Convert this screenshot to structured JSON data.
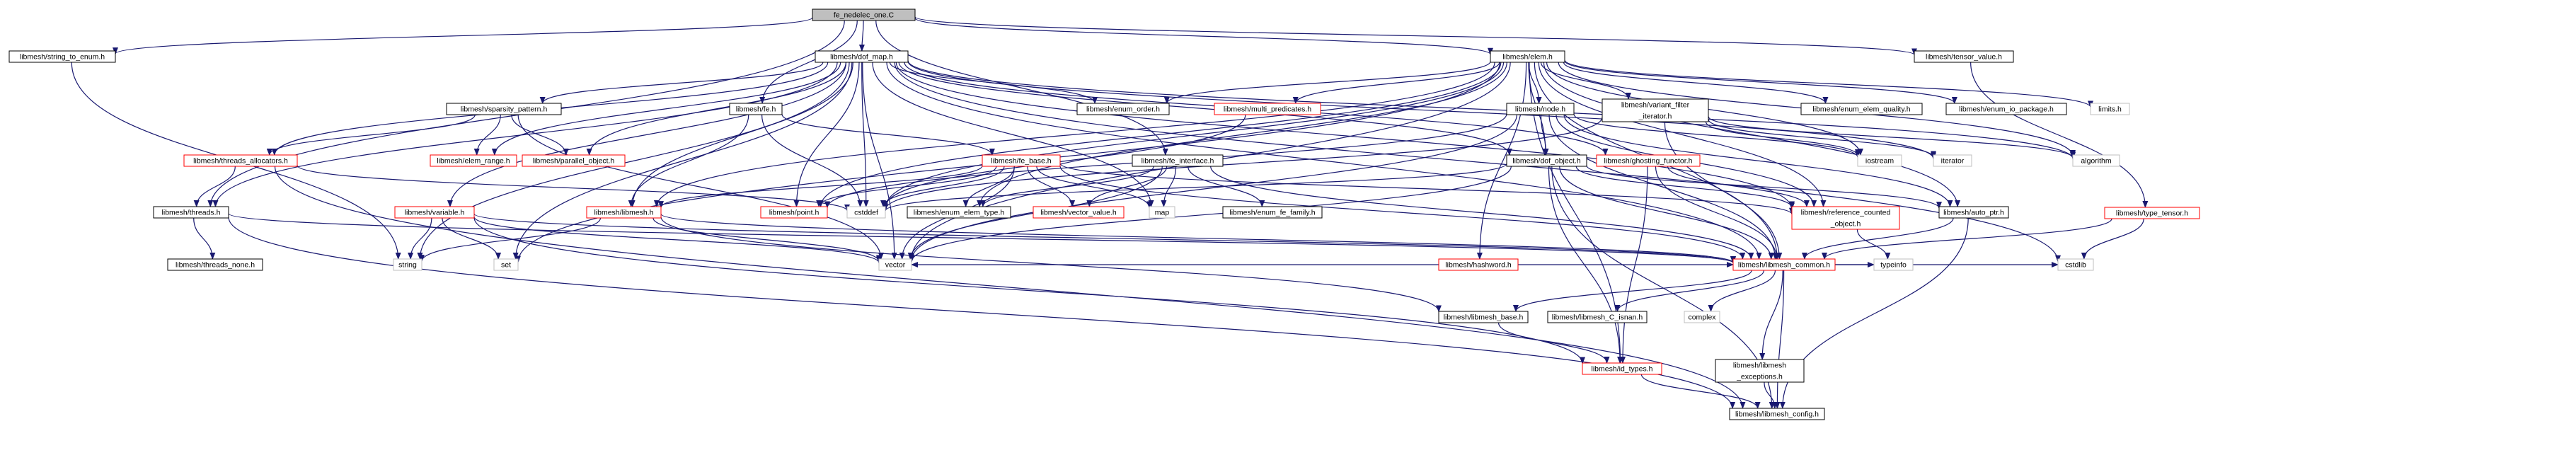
{
  "colors": {
    "edge": "#191970",
    "root_fill": "#bfbfbf",
    "node_border_black": "#000000",
    "node_border_red": "#ff0000",
    "node_border_gray": "#bfbfbf",
    "text": "#000000"
  },
  "nodes": [
    {
      "id": "root",
      "label": "fe_nedelec_one.C",
      "kind": "root"
    },
    {
      "id": "string_to_enum",
      "label": "libmesh/string_to_enum.h",
      "kind": "black"
    },
    {
      "id": "dof_map",
      "label": "libmesh/dof_map.h",
      "kind": "black"
    },
    {
      "id": "elem",
      "label": "libmesh/elem.h",
      "kind": "black"
    },
    {
      "id": "tensor_value",
      "label": "libmesh/tensor_value.h",
      "kind": "black"
    },
    {
      "id": "sparsity_pattern",
      "label": "libmesh/sparsity_pattern.h",
      "kind": "black"
    },
    {
      "id": "fe",
      "label": "libmesh/fe.h",
      "kind": "black"
    },
    {
      "id": "enum_order",
      "label": "libmesh/enum_order.h",
      "kind": "black"
    },
    {
      "id": "multi_predicates",
      "label": "libmesh/multi_predicates.h",
      "kind": "red"
    },
    {
      "id": "node",
      "label": "libmesh/node.h",
      "kind": "black"
    },
    {
      "id": "variant_filter_iterator",
      "label": "libmesh/variant_filter_iterator.h",
      "kind": "black",
      "label_lines": [
        "libmesh/variant_filter",
        "_iterator.h"
      ]
    },
    {
      "id": "enum_elem_quality",
      "label": "libmesh/enum_elem_quality.h",
      "kind": "black"
    },
    {
      "id": "enum_io_package",
      "label": "libmesh/enum_io_package.h",
      "kind": "black"
    },
    {
      "id": "limits",
      "label": "limits.h",
      "kind": "gray"
    },
    {
      "id": "threads_allocators",
      "label": "libmesh/threads_allocators.h",
      "kind": "red"
    },
    {
      "id": "elem_range",
      "label": "libmesh/elem_range.h",
      "kind": "red"
    },
    {
      "id": "parallel_object",
      "label": "libmesh/parallel_object.h",
      "kind": "red"
    },
    {
      "id": "fe_base",
      "label": "libmesh/fe_base.h",
      "kind": "red"
    },
    {
      "id": "fe_interface",
      "label": "libmesh/fe_interface.h",
      "kind": "black"
    },
    {
      "id": "ghosting_functor",
      "label": "libmesh/ghosting_functor.h",
      "kind": "red"
    },
    {
      "id": "dof_object",
      "label": "libmesh/dof_object.h",
      "kind": "black"
    },
    {
      "id": "iostream",
      "label": "iostream",
      "kind": "gray"
    },
    {
      "id": "iterator",
      "label": "iterator",
      "kind": "gray"
    },
    {
      "id": "algorithm",
      "label": "algorithm",
      "kind": "gray"
    },
    {
      "id": "type_tensor",
      "label": "libmesh/type_tensor.h",
      "kind": "red"
    },
    {
      "id": "threads",
      "label": "libmesh/threads.h",
      "kind": "black"
    },
    {
      "id": "variable",
      "label": "libmesh/variable.h",
      "kind": "red"
    },
    {
      "id": "libmesh",
      "label": "libmesh/libmesh.h",
      "kind": "red"
    },
    {
      "id": "cstddef",
      "label": "cstddef",
      "kind": "gray"
    },
    {
      "id": "point",
      "label": "libmesh/point.h",
      "kind": "red"
    },
    {
      "id": "enum_elem_type",
      "label": "libmesh/enum_elem_type.h",
      "kind": "black"
    },
    {
      "id": "vector_value",
      "label": "libmesh/vector_value.h",
      "kind": "red"
    },
    {
      "id": "map",
      "label": "map",
      "kind": "gray"
    },
    {
      "id": "enum_fe_family",
      "label": "libmesh/enum_fe_family.h",
      "kind": "black"
    },
    {
      "id": "hashword",
      "label": "libmesh/hashword.h",
      "kind": "red"
    },
    {
      "id": "reference_counted_object",
      "label": "libmesh/reference_counted_object.h",
      "kind": "red",
      "label_lines": [
        "libmesh/reference_counted",
        "_object.h"
      ]
    },
    {
      "id": "auto_ptr",
      "label": "libmesh/auto_ptr.h",
      "kind": "black"
    },
    {
      "id": "string",
      "label": "string",
      "kind": "gray"
    },
    {
      "id": "threads_none",
      "label": "libmesh/threads_none.h",
      "kind": "black"
    },
    {
      "id": "set",
      "label": "set",
      "kind": "gray"
    },
    {
      "id": "vector",
      "label": "vector",
      "kind": "gray"
    },
    {
      "id": "libmesh_common",
      "label": "libmesh/libmesh_common.h",
      "kind": "red"
    },
    {
      "id": "cstdlib",
      "label": "cstdlib",
      "kind": "gray"
    },
    {
      "id": "typeinfo",
      "label": "typeinfo",
      "kind": "gray"
    },
    {
      "id": "libmesh_base",
      "label": "libmesh/libmesh_base.h",
      "kind": "black"
    },
    {
      "id": "libmesh_C_isnan",
      "label": "libmesh/libmesh_C_isnan.h",
      "kind": "black"
    },
    {
      "id": "complex",
      "label": "complex",
      "kind": "gray"
    },
    {
      "id": "libmesh_exceptions",
      "label": "libmesh/libmesh_exceptions.h",
      "kind": "black",
      "label_lines": [
        "libmesh/libmesh",
        "_exceptions.h"
      ]
    },
    {
      "id": "id_types",
      "label": "libmesh/id_types.h",
      "kind": "red"
    },
    {
      "id": "libmesh_config",
      "label": "libmesh/libmesh_config.h",
      "kind": "black"
    }
  ],
  "edges": [
    [
      "root",
      "string_to_enum"
    ],
    [
      "root",
      "dof_map"
    ],
    [
      "root",
      "elem"
    ],
    [
      "root",
      "tensor_value"
    ],
    [
      "root",
      "fe"
    ],
    [
      "root",
      "fe_interface"
    ],
    [
      "root",
      "threads"
    ],
    [
      "string_to_enum",
      "string"
    ],
    [
      "dof_map",
      "sparsity_pattern"
    ],
    [
      "dof_map",
      "enum_order"
    ],
    [
      "dof_map",
      "threads_allocators"
    ],
    [
      "dof_map",
      "elem_range"
    ],
    [
      "dof_map",
      "parallel_object"
    ],
    [
      "dof_map",
      "libmesh"
    ],
    [
      "dof_map",
      "variable"
    ],
    [
      "dof_map",
      "threads"
    ],
    [
      "dof_map",
      "string"
    ],
    [
      "dof_map",
      "set"
    ],
    [
      "dof_map",
      "vector"
    ],
    [
      "dof_map",
      "cstddef"
    ],
    [
      "dof_map",
      "point"
    ],
    [
      "dof_map",
      "map"
    ],
    [
      "dof_map",
      "dof_object"
    ],
    [
      "dof_map",
      "ghosting_functor"
    ],
    [
      "dof_map",
      "reference_counted_object"
    ],
    [
      "dof_map",
      "libmesh_common"
    ],
    [
      "dof_map",
      "iterator"
    ],
    [
      "dof_map",
      "algorithm"
    ],
    [
      "dof_map",
      "cstdlib"
    ],
    [
      "elem",
      "enum_order"
    ],
    [
      "elem",
      "multi_predicates"
    ],
    [
      "elem",
      "node"
    ],
    [
      "elem",
      "variant_filter_iterator"
    ],
    [
      "elem",
      "enum_elem_quality"
    ],
    [
      "elem",
      "enum_io_package"
    ],
    [
      "elem",
      "limits"
    ],
    [
      "elem",
      "dof_object"
    ],
    [
      "elem",
      "hashword"
    ],
    [
      "elem",
      "reference_counted_object"
    ],
    [
      "elem",
      "auto_ptr"
    ],
    [
      "elem",
      "libmesh_common"
    ],
    [
      "elem",
      "point"
    ],
    [
      "elem",
      "enum_elem_type"
    ],
    [
      "elem",
      "vector"
    ],
    [
      "elem",
      "id_types"
    ],
    [
      "elem",
      "algorithm"
    ],
    [
      "elem",
      "iostream"
    ],
    [
      "elem",
      "cstddef"
    ],
    [
      "elem",
      "set"
    ],
    [
      "elem",
      "libmesh"
    ],
    [
      "tensor_value",
      "type_tensor"
    ],
    [
      "sparsity_pattern",
      "threads_allocators"
    ],
    [
      "sparsity_pattern",
      "elem_range"
    ],
    [
      "sparsity_pattern",
      "parallel_object"
    ],
    [
      "sparsity_pattern",
      "vector"
    ],
    [
      "fe",
      "fe_base"
    ],
    [
      "fe",
      "libmesh"
    ],
    [
      "fe",
      "cstddef"
    ],
    [
      "multi_predicates",
      "cstddef"
    ],
    [
      "node",
      "dof_object"
    ],
    [
      "node",
      "point"
    ],
    [
      "node",
      "reference_counted_object"
    ],
    [
      "node",
      "auto_ptr"
    ],
    [
      "node",
      "libmesh_common"
    ],
    [
      "node",
      "iostream"
    ],
    [
      "node",
      "vector"
    ],
    [
      "variant_filter_iterator",
      "iterator"
    ],
    [
      "variant_filter_iterator",
      "algorithm"
    ],
    [
      "variant_filter_iterator",
      "iostream"
    ],
    [
      "variant_filter_iterator",
      "libmesh_common"
    ],
    [
      "variant_filter_iterator",
      "cstddef"
    ],
    [
      "threads_allocators",
      "threads"
    ],
    [
      "threads_allocators",
      "cstddef"
    ],
    [
      "threads_allocators",
      "libmesh_config"
    ],
    [
      "fe_base",
      "libmesh"
    ],
    [
      "fe_base",
      "point"
    ],
    [
      "fe_base",
      "enum_elem_type"
    ],
    [
      "fe_base",
      "vector_value"
    ],
    [
      "fe_base",
      "cstddef"
    ],
    [
      "fe_base",
      "vector"
    ],
    [
      "fe_base",
      "reference_counted_object"
    ],
    [
      "fe_base",
      "libmesh_common"
    ],
    [
      "fe_base",
      "map"
    ],
    [
      "fe_interface",
      "enum_elem_type"
    ],
    [
      "fe_interface",
      "enum_fe_family"
    ],
    [
      "fe_interface",
      "vector_value"
    ],
    [
      "fe_interface",
      "map"
    ],
    [
      "fe_interface",
      "vector"
    ],
    [
      "fe_interface",
      "libmesh_common"
    ],
    [
      "ghosting_functor",
      "reference_counted_object"
    ],
    [
      "ghosting_functor",
      "libmesh_common"
    ],
    [
      "ghosting_functor",
      "id_types"
    ],
    [
      "dof_object",
      "reference_counted_object"
    ],
    [
      "dof_object",
      "libmesh_common"
    ],
    [
      "dof_object",
      "id_types"
    ],
    [
      "dof_object",
      "libmesh_config"
    ],
    [
      "dof_object",
      "vector"
    ],
    [
      "dof_object",
      "auto_ptr"
    ],
    [
      "dof_object",
      "cstddef"
    ],
    [
      "type_tensor",
      "libmesh_common"
    ],
    [
      "type_tensor",
      "cstdlib"
    ],
    [
      "threads",
      "libmesh_common"
    ],
    [
      "threads",
      "threads_none"
    ],
    [
      "threads",
      "libmesh_config"
    ],
    [
      "variable",
      "string"
    ],
    [
      "variable",
      "set"
    ],
    [
      "variable",
      "vector"
    ],
    [
      "variable",
      "libmesh_common"
    ],
    [
      "variable",
      "id_types"
    ],
    [
      "libmesh",
      "libmesh_base"
    ],
    [
      "libmesh",
      "libmesh_common"
    ],
    [
      "libmesh",
      "vector"
    ],
    [
      "libmesh",
      "string"
    ],
    [
      "hashword",
      "vector"
    ],
    [
      "hashword",
      "libmesh_common"
    ],
    [
      "reference_counted_object",
      "typeinfo"
    ],
    [
      "auto_ptr",
      "libmesh_common"
    ],
    [
      "auto_ptr",
      "libmesh_config"
    ],
    [
      "libmesh_common",
      "libmesh_base"
    ],
    [
      "libmesh_common",
      "libmesh_C_isnan"
    ],
    [
      "libmesh_common",
      "complex"
    ],
    [
      "libmesh_common",
      "typeinfo"
    ],
    [
      "libmesh_common",
      "cstdlib"
    ],
    [
      "libmesh_common",
      "libmesh_exceptions"
    ],
    [
      "libmesh_common",
      "libmesh_config"
    ],
    [
      "libmesh_base",
      "id_types"
    ],
    [
      "libmesh_exceptions",
      "libmesh_config"
    ],
    [
      "id_types",
      "libmesh_config"
    ]
  ]
}
